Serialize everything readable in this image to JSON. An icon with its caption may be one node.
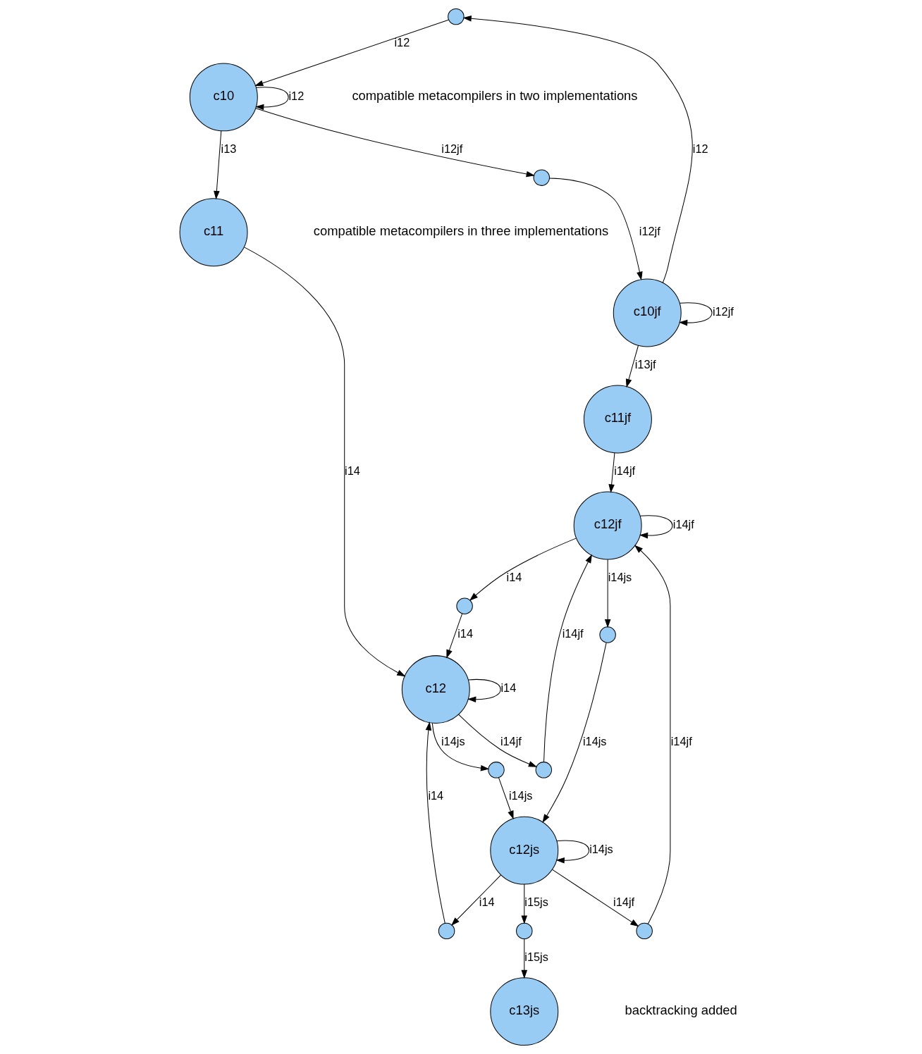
{
  "diagram": {
    "nodes": [
      {
        "text": [],
        "shape": "circle"
      },
      {
        "text": [
          "c10jf"
        ]
      },
      {
        "text": [
          "c10"
        ]
      },
      {
        "text": [],
        "shape": "circle"
      },
      {
        "text": [
          "c11jf"
        ]
      },
      {
        "text": [
          "c11"
        ]
      },
      {
        "text": [],
        "shape": "circle"
      },
      {
        "text": [
          "c12jf"
        ]
      },
      {
        "text": [
          "c12"
        ]
      },
      {
        "text": [],
        "shape": "circle"
      },
      {
        "text": [],
        "shape": "circle"
      },
      {
        "text": [],
        "shape": "circle"
      },
      {
        "text": [],
        "shape": "circle"
      },
      {
        "text": [],
        "shape": "circle"
      },
      {
        "text": [
          "c12js"
        ]
      },
      {
        "text": [],
        "shape": "circle"
      },
      {
        "text": [
          "c13js"
        ]
      }
    ],
    "edges": [
      {
        "from": 1,
        "to": 0,
        "arrow": "to",
        "label": "i12"
      },
      {
        "from": 0,
        "to": 2,
        "arrow": "to",
        "label": "i12"
      },
      {
        "from": 1,
        "to": 1,
        "arrow": "to",
        "label": "i12jf"
      },
      {
        "from": 2,
        "to": 2,
        "arrow": "to",
        "label": "i12"
      },
      {
        "from": 2,
        "to": 3,
        "arrow": "to",
        "label": "i12jf"
      },
      {
        "from": 3,
        "to": 1,
        "arrow": "to",
        "label": "i12jf"
      },
      {
        "from": 1,
        "to": 4,
        "arrow": "to",
        "label": "i13jf"
      },
      {
        "from": 2,
        "to": 5,
        "arrow": "to",
        "label": "i13"
      },
      {
        "from": 4,
        "to": 7,
        "arrow": "to",
        "label": "i14jf"
      },
      {
        "from": 5,
        "to": 8,
        "arrow": "to",
        "label": "i14"
      },
      {
        "from": 7,
        "to": 6,
        "arrow": "to",
        "label": "i14"
      },
      {
        "from": 6,
        "to": 8,
        "arrow": "to",
        "label": "i14"
      },
      {
        "from": 7,
        "to": 7,
        "arrow": "to",
        "label": "i14jf"
      },
      {
        "from": 8,
        "to": 8,
        "arrow": "to",
        "label": "i14"
      },
      {
        "from": 8,
        "to": 9,
        "arrow": "to",
        "label": "i14jf"
      },
      {
        "from": 9,
        "to": 7,
        "arrow": "to",
        "label": "i14jf"
      },
      {
        "from": 14,
        "to": 10,
        "arrow": "to",
        "label": "i14jf"
      },
      {
        "from": 10,
        "to": 7,
        "arrow": "to",
        "label": "i14jf"
      },
      {
        "from": 14,
        "to": 11,
        "arrow": "to",
        "label": "i14"
      },
      {
        "from": 11,
        "to": 8,
        "arrow": "to",
        "label": "i14"
      },
      {
        "from": 7,
        "to": 12,
        "arrow": "to",
        "label": "i14js"
      },
      {
        "from": 12,
        "to": 14,
        "arrow": "to",
        "label": "i14js"
      },
      {
        "from": 8,
        "to": 13,
        "arrow": "to",
        "label": "i14js"
      },
      {
        "from": 13,
        "to": 14,
        "arrow": "to",
        "label": "i14js"
      },
      {
        "from": 14,
        "to": 14,
        "arrow": "to",
        "label": "i14js"
      },
      {
        "from": 14,
        "to": 15,
        "arrow": "to",
        "label": "i15js"
      },
      {
        "from": 15,
        "to": 16,
        "arrow": "to",
        "label": "i15js"
      }
    ],
    "labels": [
      "compatible metacompilers in two implementations",
      "compatible metacompilers in three implementations",
      "backtracking added"
    ]
  }
}
